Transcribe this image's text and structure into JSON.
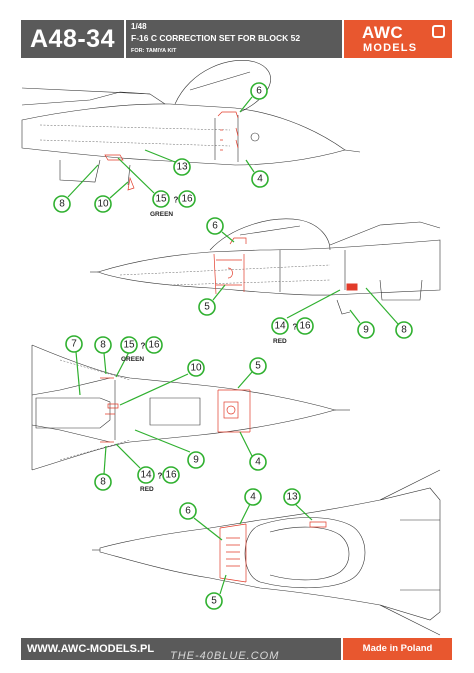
{
  "header": {
    "code": "A48-34",
    "scale": "1/48",
    "title": "F-16 C CORRECTION SET FOR BLOCK 52",
    "kit": "FOR: TAMIYA KIT",
    "logo_line1": "AWC",
    "logo_line2": "MODELS"
  },
  "footer": {
    "url": "WWW.AWC-MODELS.PL",
    "made_in": "Made in Poland",
    "watermark": "THE-40BLUE.COM"
  },
  "view1": {
    "callouts": [
      "6",
      "13",
      "4",
      "8",
      "10",
      "15",
      "16"
    ],
    "separator": "?",
    "color_label": "GREEN"
  },
  "view2": {
    "callouts": [
      "6",
      "5",
      "14",
      "16",
      "9",
      "8"
    ],
    "separator": "?",
    "color_label": "RED"
  },
  "view3": {
    "callouts": [
      "7",
      "8",
      "15",
      "16",
      "10",
      "5",
      "9",
      "4",
      "8",
      "14",
      "16"
    ],
    "separator": "?",
    "green_label": "GREEN",
    "red_label": "RED"
  },
  "view4": {
    "callouts": [
      "4",
      "13",
      "6",
      "5"
    ]
  },
  "colors": {
    "header_gray": "#5a5a5a",
    "brand_orange": "#e8572f",
    "callout_green": "#2fb02f",
    "part_red": "#e23b2a"
  }
}
